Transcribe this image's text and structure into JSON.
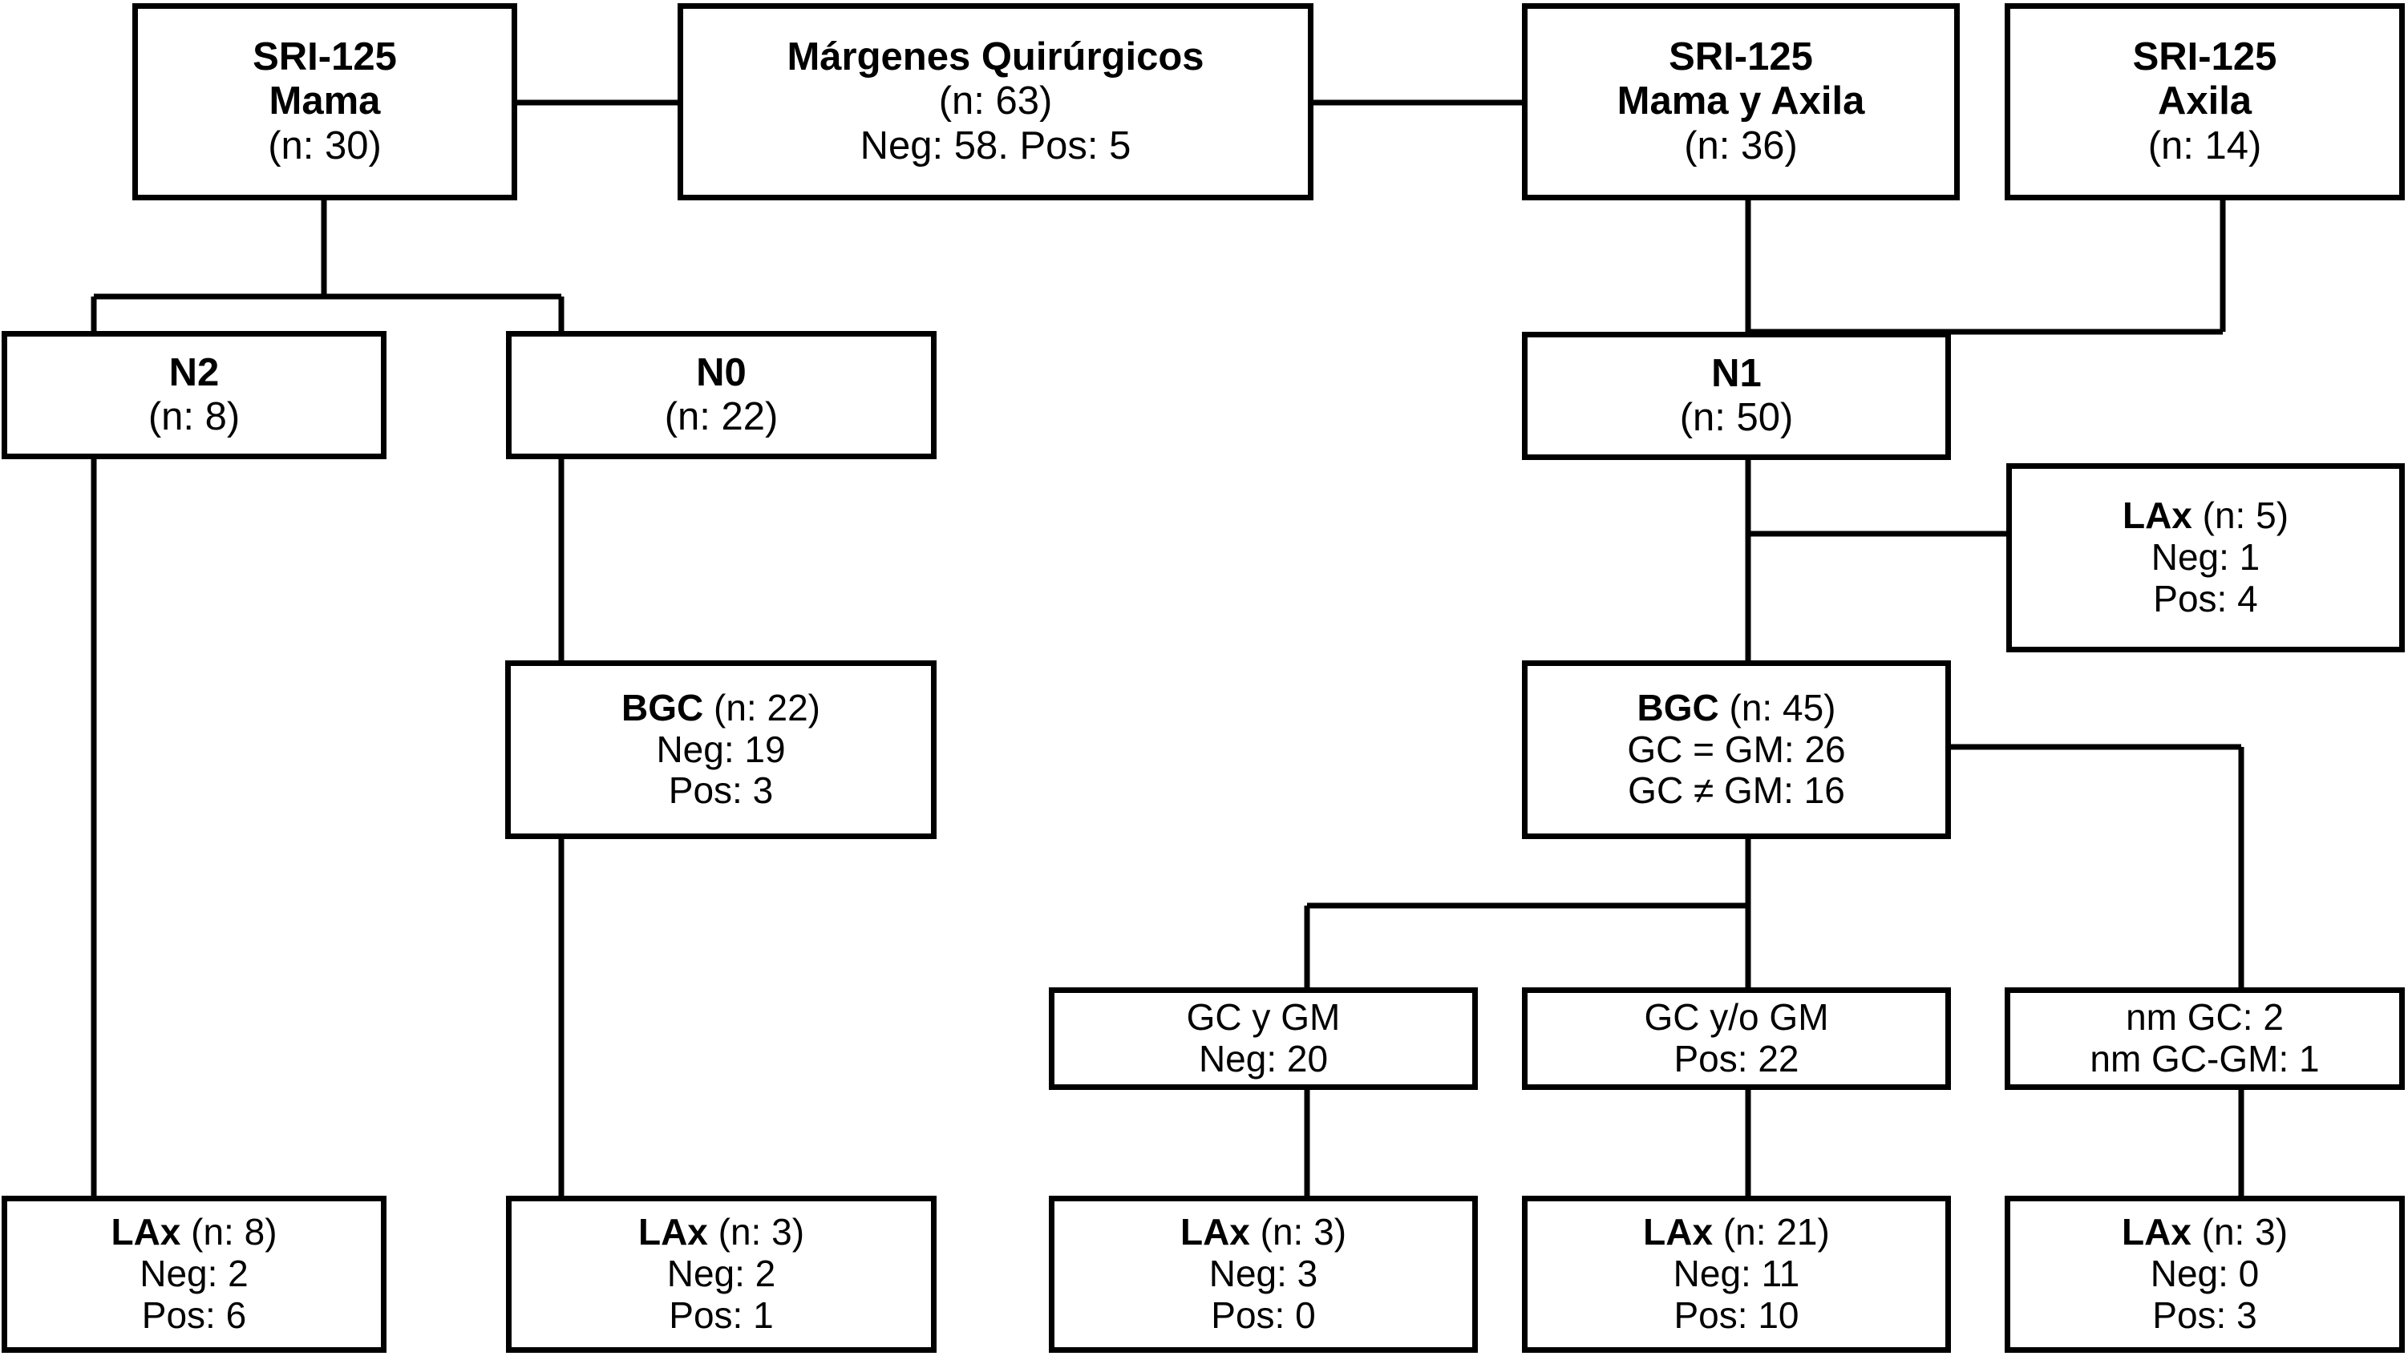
{
  "diagram": {
    "title": "SRI-125 breast and axilla surgical flow diagram",
    "language": "es",
    "line_color": "#000000",
    "box_border_color": "#000000",
    "background_color": "#ffffff"
  },
  "nodes": {
    "sri_mama": {
      "line1": "SRI-125",
      "line2": "Mama",
      "line3": "(n: 30)"
    },
    "margenes": {
      "line1": "Márgenes Quirúrgicos",
      "line2": "(n: 63)",
      "line3": "Neg: 58. Pos: 5"
    },
    "sri_mama_axila": {
      "line1": "SRI-125",
      "line2": "Mama y Axila",
      "line3": "(n: 36)"
    },
    "sri_axila": {
      "line1": "SRI-125",
      "line2": "Axila",
      "line3": "(n: 14)"
    },
    "n2": {
      "line1": "N2",
      "line2": "(n: 8)"
    },
    "n0": {
      "line1": "N0",
      "line2": "(n: 22)"
    },
    "n1": {
      "line1": "N1",
      "line2": "(n: 50)"
    },
    "lax_n1_side": {
      "label": "LAx",
      "count": " (n: 5)",
      "line2": "Neg: 1",
      "line3": "Pos: 4"
    },
    "bgc_left": {
      "label": "BGC",
      "count": " (n: 22)",
      "line2": "Neg: 19",
      "line3": "Pos: 3"
    },
    "bgc_right": {
      "label": "BGC",
      "count": " (n: 45)",
      "line2": "GC = GM: 26",
      "line3": "GC ≠ GM: 16"
    },
    "gc_y_gm": {
      "line1": "GC y GM",
      "line2": "Neg: 20"
    },
    "gc_yo_gm": {
      "line1": "GC y/o GM",
      "line2": "Pos: 22"
    },
    "nm_gc": {
      "line1": "nm GC: 2",
      "line2": "nm GC-GM: 1"
    },
    "lax_n2": {
      "label": "LAx",
      "count": " (n: 8)",
      "line2": "Neg: 2",
      "line3": "Pos: 6"
    },
    "lax_n0": {
      "label": "LAx",
      "count": " (n: 3)",
      "line2": "Neg: 2",
      "line3": "Pos: 1"
    },
    "lax_gc_y_gm": {
      "label": "LAx",
      "count": " (n: 3)",
      "line2": "Neg: 3",
      "line3": "Pos: 0"
    },
    "lax_gc_yo_gm": {
      "label": "LAx",
      "count": " (n: 21)",
      "line2": "Neg: 11",
      "line3": "Pos: 10"
    },
    "lax_nm_gc": {
      "label": "LAx",
      "count": " (n: 3)",
      "line2": "Neg: 0",
      "line3": "Pos: 3"
    }
  },
  "chart_data": {
    "type": "diagram",
    "title": "SRI-125 Mama / Axila flow",
    "nodes": [
      {
        "id": "sri_mama",
        "text": "SRI-125 Mama (n: 30)",
        "n": 30
      },
      {
        "id": "margenes",
        "text": "Márgenes Quirúrgicos (n: 63) Neg: 58. Pos: 5",
        "n": 63,
        "neg": 58,
        "pos": 5
      },
      {
        "id": "sri_mama_axila",
        "text": "SRI-125 Mama y Axila (n: 36)",
        "n": 36
      },
      {
        "id": "sri_axila",
        "text": "SRI-125 Axila (n: 14)",
        "n": 14
      },
      {
        "id": "n2",
        "text": "N2 (n: 8)",
        "n": 8
      },
      {
        "id": "n0",
        "text": "N0 (n: 22)",
        "n": 22
      },
      {
        "id": "n1",
        "text": "N1 (n: 50)",
        "n": 50
      },
      {
        "id": "lax_n1_side",
        "text": "LAx (n: 5) Neg: 1 Pos: 4",
        "n": 5,
        "neg": 1,
        "pos": 4
      },
      {
        "id": "bgc_left",
        "text": "BGC (n: 22) Neg: 19 Pos: 3",
        "n": 22,
        "neg": 19,
        "pos": 3
      },
      {
        "id": "bgc_right",
        "text": "BGC (n: 45) GC = GM: 26 GC ≠ GM: 16",
        "n": 45,
        "gc_eq_gm": 26,
        "gc_neq_gm": 16
      },
      {
        "id": "gc_y_gm",
        "text": "GC y GM Neg: 20",
        "neg": 20
      },
      {
        "id": "gc_yo_gm",
        "text": "GC y/o GM Pos: 22",
        "pos": 22
      },
      {
        "id": "nm_gc",
        "text": "nm GC: 2 nm GC-GM: 1",
        "nm_gc": 2,
        "nm_gc_gm": 1
      },
      {
        "id": "lax_n2",
        "text": "LAx (n: 8) Neg: 2 Pos: 6",
        "n": 8,
        "neg": 2,
        "pos": 6
      },
      {
        "id": "lax_n0",
        "text": "LAx (n: 3) Neg: 2 Pos: 1",
        "n": 3,
        "neg": 2,
        "pos": 1
      },
      {
        "id": "lax_gc_y_gm",
        "text": "LAx (n: 3) Neg: 3 Pos: 0",
        "n": 3,
        "neg": 3,
        "pos": 0
      },
      {
        "id": "lax_gc_yo_gm",
        "text": "LAx (n: 21) Neg: 11 Pos: 10",
        "n": 21,
        "neg": 11,
        "pos": 10
      },
      {
        "id": "lax_nm_gc",
        "text": "LAx (n: 3) Neg: 0 Pos: 3",
        "n": 3,
        "neg": 0,
        "pos": 3
      }
    ],
    "edges": [
      {
        "from": "sri_mama",
        "to": "margenes"
      },
      {
        "from": "sri_mama_axila",
        "to": "margenes"
      },
      {
        "from": "sri_mama",
        "to": "n2"
      },
      {
        "from": "sri_mama",
        "to": "n0"
      },
      {
        "from": "sri_mama_axila",
        "to": "n1"
      },
      {
        "from": "sri_axila",
        "to": "n1"
      },
      {
        "from": "n1",
        "to": "lax_n1_side"
      },
      {
        "from": "n1",
        "to": "bgc_right"
      },
      {
        "from": "n0",
        "to": "bgc_left"
      },
      {
        "from": "n2",
        "to": "lax_n2"
      },
      {
        "from": "bgc_left",
        "to": "lax_n0"
      },
      {
        "from": "bgc_right",
        "to": "gc_y_gm"
      },
      {
        "from": "bgc_right",
        "to": "gc_yo_gm"
      },
      {
        "from": "bgc_right",
        "to": "nm_gc"
      },
      {
        "from": "gc_y_gm",
        "to": "lax_gc_y_gm"
      },
      {
        "from": "gc_yo_gm",
        "to": "lax_gc_yo_gm"
      },
      {
        "from": "nm_gc",
        "to": "lax_nm_gc"
      }
    ]
  }
}
